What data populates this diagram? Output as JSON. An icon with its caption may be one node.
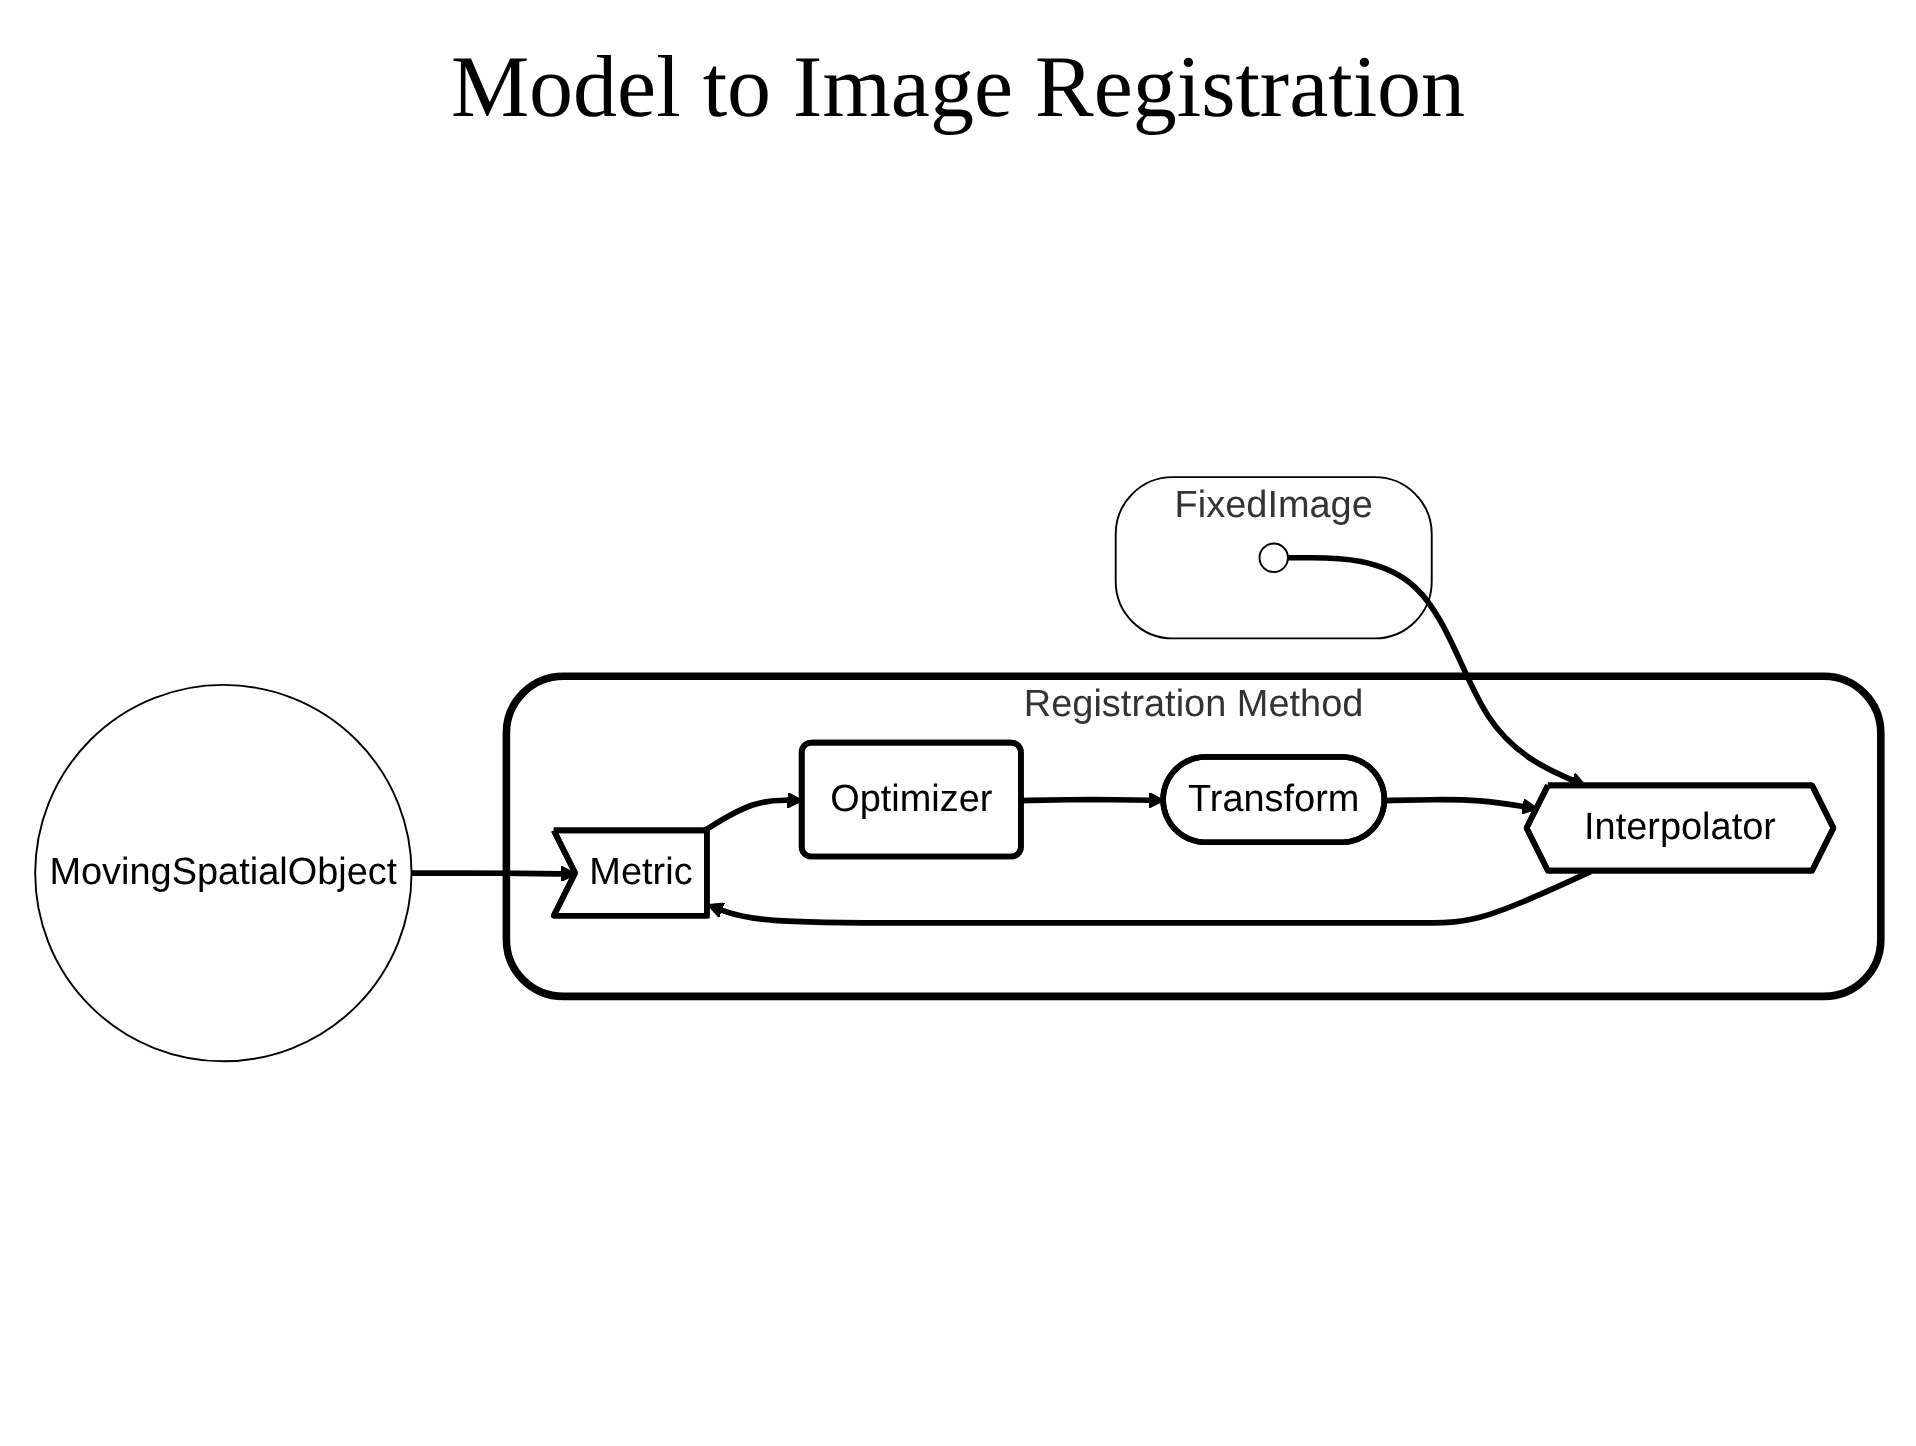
{
  "diagram": {
    "title": "Model to Image Registration",
    "nodes": [
      {
        "text": [
          "MovingSpatialObject"
        ]
      },
      {
        "text": [
          "FixedImage"
        ]
      },
      {
        "text": [],
        "shape": "circle",
        "in": 1
      },
      {
        "text": [
          "Registration Method"
        ]
      },
      {
        "text": [
          "Metric"
        ],
        "in": 3
      },
      {
        "text": [
          "Optimizer"
        ],
        "in": 3
      },
      {
        "text": [
          "Interpolator"
        ],
        "in": 3
      },
      {
        "text": [
          "Transform"
        ],
        "in": 3
      }
    ],
    "edges": [
      {
        "from": 0,
        "to": 4,
        "arrow": "to"
      },
      {
        "from": 2,
        "to": 6,
        "arrow": "to"
      },
      {
        "from": 4,
        "to": 5,
        "arrow": "to"
      },
      {
        "from": 6,
        "to": 4,
        "arrow": "to"
      },
      {
        "from": 7,
        "to": 6,
        "arrow": "to"
      },
      {
        "from": 5,
        "to": 7,
        "arrow": "to"
      }
    ]
  }
}
